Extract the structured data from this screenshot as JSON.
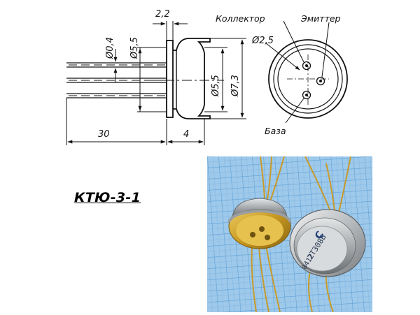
{
  "package_label": "КТЮ-3-1",
  "dimensions": {
    "lead_length": "30",
    "flange_offset": "4",
    "flange_thickness": "2,2",
    "lead_diameter": "Ø0,4",
    "pin_spacing": "Ø5,5",
    "cap_diameter": "Ø5,5",
    "flange_diameter": "Ø7,3",
    "pin_circle": "Ø2,5"
  },
  "pins": {
    "collector": "Коллектор",
    "emitter": "Эмиттер",
    "base": "База"
  },
  "photo": {
    "marking_line1": "2Т308Б",
    "marking_line2": "8412"
  },
  "colors": {
    "ink": "#111111",
    "grid_background": "#9ec9ea",
    "grid_lines": "#5d9fd6",
    "gold": "#d9b23a",
    "silver": "#bfc3c6"
  }
}
